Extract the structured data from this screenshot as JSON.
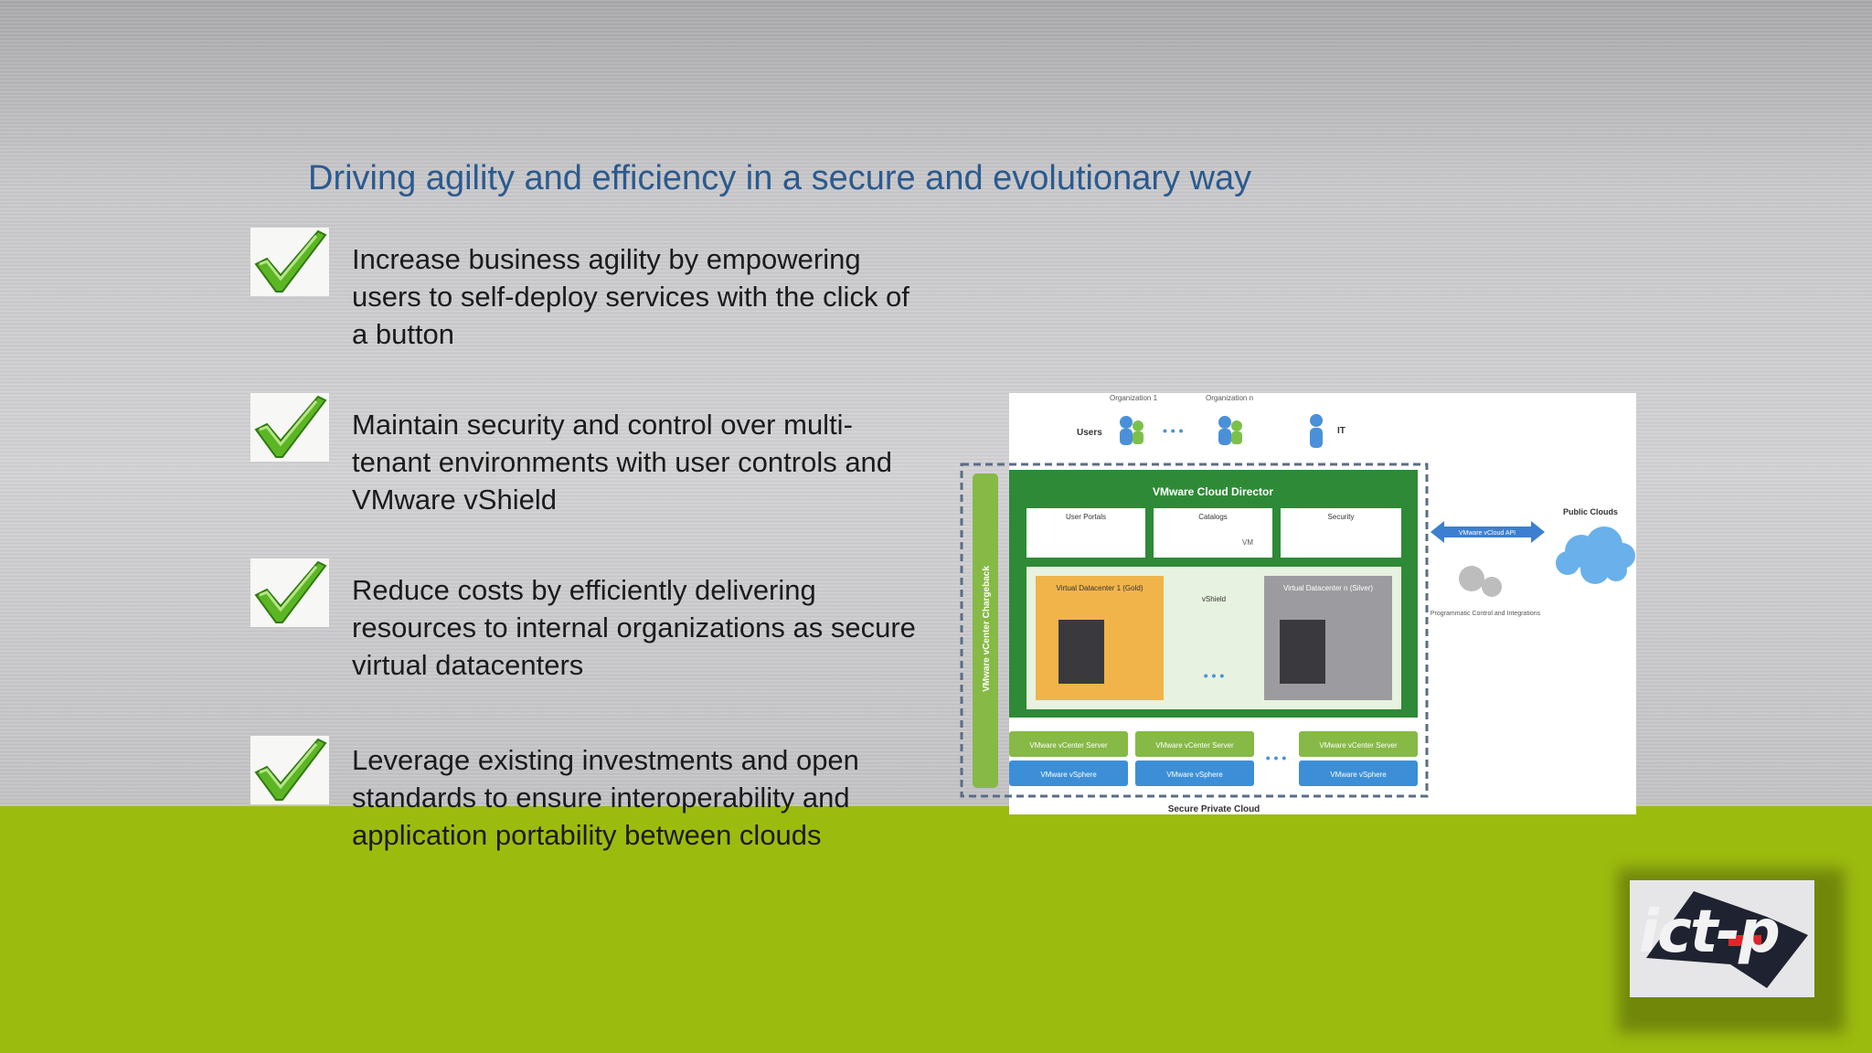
{
  "slide": {
    "title": "Driving agility and efficiency in a secure and evolutionary way",
    "bullets": [
      {
        "text": "Increase business agility by empowering users to self-deploy services with the click of a button"
      },
      {
        "text": "Maintain security and control over multi-tenant environments with user controls and VMware vShield"
      },
      {
        "text": "Reduce costs by efficiently delivering resources to internal organizations as secure virtual datacenters"
      },
      {
        "text": "Leverage existing investments and open standards to ensure interoperability and application portability between clouds"
      }
    ]
  },
  "diagram": {
    "org_labels": [
      "Organization 1",
      "Organization n"
    ],
    "users_label": "Users",
    "it_label": "IT",
    "cloud_director": "VMware Cloud Director",
    "panels": [
      "User Portals",
      "Catalogs",
      "Security"
    ],
    "catalog_vm": "VM",
    "vdc_gold": "Virtual Datacenter 1 (Gold)",
    "vdc_silver": "Virtual Datacenter n (Silver)",
    "vshield": "vShield",
    "chargeback": "VMware vCenter Chargeback",
    "vcenter": "VMware vCenter Server",
    "vsphere": "VMware vSphere",
    "api": "VMware vCloud API",
    "public_clouds": "Public Clouds",
    "programmatic": "Programmatic Control and Integrations",
    "secure_private_cloud": "Secure Private Cloud"
  },
  "logo": {
    "text": "ict-p"
  },
  "colors": {
    "title": "#2b5a8e",
    "green_band": "#9cbb0f",
    "check": "#4ea81a",
    "diagram_green": "#2e8a36"
  }
}
